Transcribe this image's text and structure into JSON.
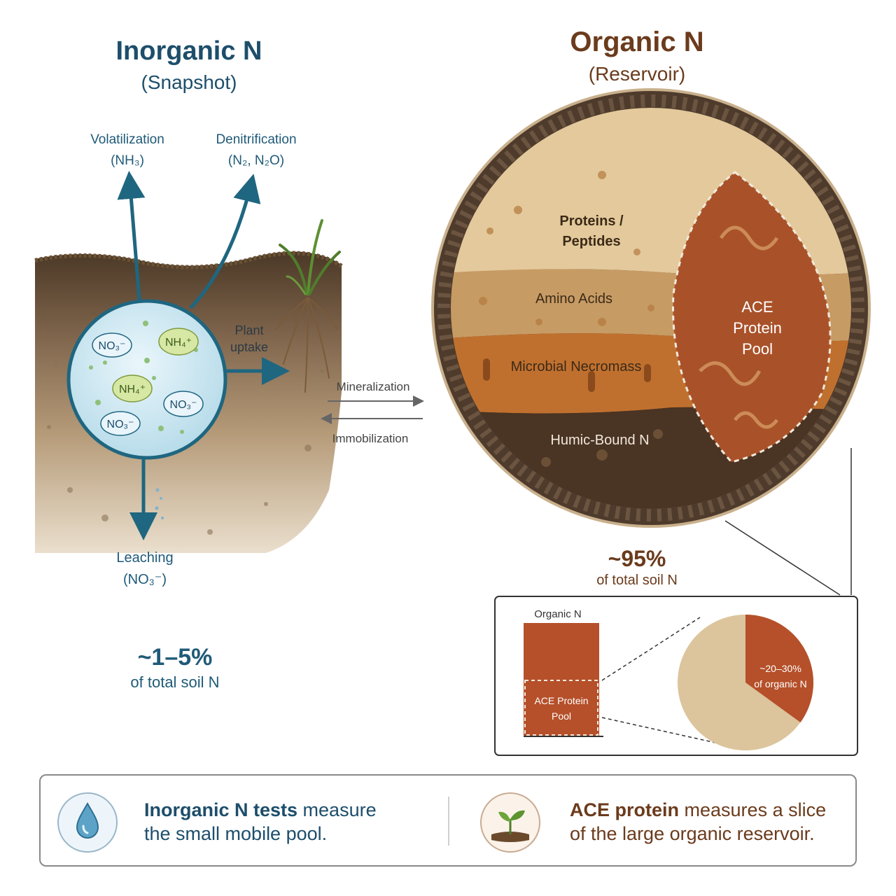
{
  "inorganic": {
    "title": "Inorganic N",
    "subtitle": "(Snapshot)",
    "volatilization": "Volatilization",
    "volatilization_formula": "(NH₃)",
    "denitrification": "Denitrification",
    "denitrification_formula": "(N₂, N₂O)",
    "plant_uptake_1": "Plant",
    "plant_uptake_2": "uptake",
    "leaching": "Leaching",
    "leaching_formula": "(NO₃⁻)",
    "ions": [
      "NO₃⁻",
      "NH₄⁺",
      "NH₄⁺",
      "NO₃⁻",
      "NO₃⁻"
    ],
    "percent": "~1–5%",
    "percent_caption": "of total soil N"
  },
  "exchange": {
    "mineralization": "Mineralization",
    "immobilization": "Immobilization"
  },
  "organic": {
    "title": "Organic N",
    "subtitle": "(Reservoir)",
    "layers": {
      "proteins_1": "Proteins /",
      "proteins_2": "Peptides",
      "amino": "Amino Acids",
      "necromass": "Microbial Necromass",
      "humic": "Humic-Bound N"
    },
    "ace_1": "ACE",
    "ace_2": "Protein",
    "ace_3": "Pool",
    "percent": "~95%",
    "percent_caption": "of total soil N"
  },
  "inset": {
    "bar_label": "Organic N",
    "pool_label_1": "ACE Protein",
    "pool_label_2": "Pool",
    "pie_label_1": "~20–30%",
    "pie_label_2": "of organic N",
    "ace_fraction": 0.35
  },
  "banner": {
    "left_bold": "Inorganic N tests",
    "left_rest_1": " measure",
    "left_line2": "the small mobile pool.",
    "right_bold": "ACE protein",
    "right_rest_1": " measures a slice",
    "right_line2": "of the large organic reservoir."
  },
  "colors": {
    "inorganic_blue": "#1d4e6b",
    "organic_brown": "#6b3b1c",
    "ace_red": "#b5502a",
    "pie_tan": "#dcc49c"
  }
}
